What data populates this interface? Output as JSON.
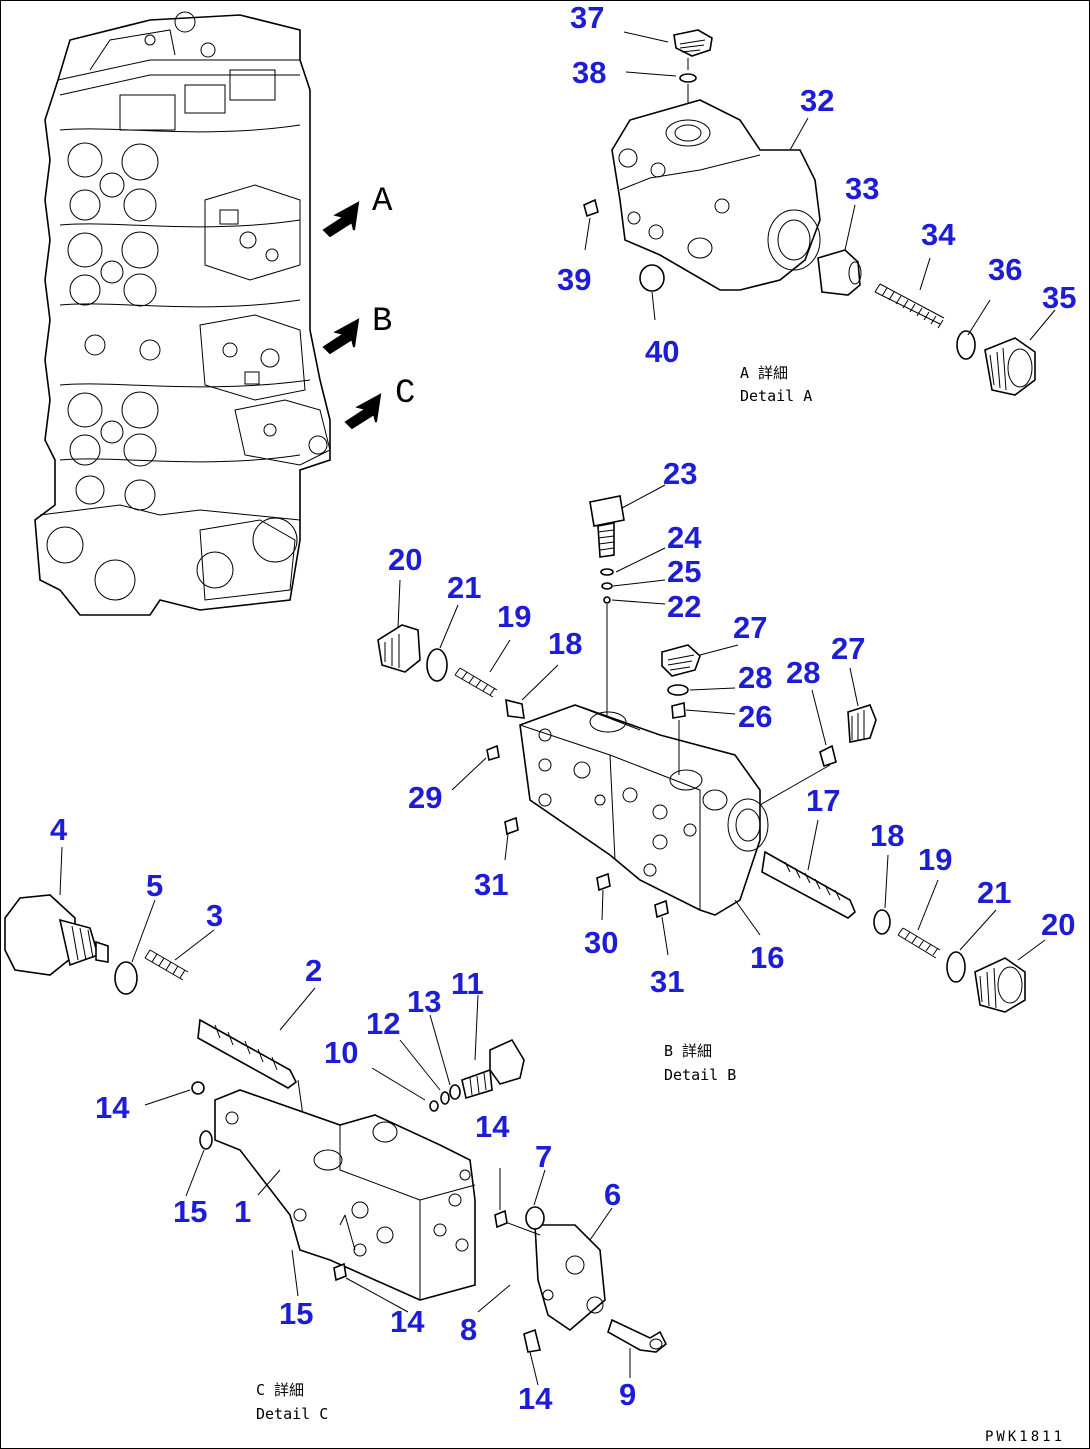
{
  "views": {
    "assembly": {
      "letters": [
        "A",
        "B",
        "C"
      ]
    },
    "detail_a": {
      "caption_jp": "A 詳細",
      "caption_en": "Detail A",
      "callouts": [
        "37",
        "38",
        "32",
        "33",
        "34",
        "36",
        "35",
        "39",
        "40"
      ]
    },
    "detail_b": {
      "caption_jp": "B 詳細",
      "caption_en": "Detail B",
      "callouts": [
        "23",
        "24",
        "25",
        "22",
        "20",
        "21",
        "19",
        "18",
        "27",
        "28",
        "26",
        "28",
        "27",
        "29",
        "17",
        "31",
        "18",
        "19",
        "21",
        "20",
        "30",
        "31",
        "16"
      ]
    },
    "detail_c": {
      "caption_jp": "C 詳細",
      "caption_en": "Detail C",
      "callouts": [
        "4",
        "5",
        "3",
        "2",
        "13",
        "11",
        "12",
        "10",
        "14",
        "14",
        "7",
        "6",
        "15",
        "1",
        "15",
        "14",
        "8",
        "14",
        "9"
      ]
    }
  },
  "drawing_code": "PWK1811",
  "colors": {
    "callout": "#1d1dd6",
    "line": "#000000",
    "background": "#ffffff"
  }
}
